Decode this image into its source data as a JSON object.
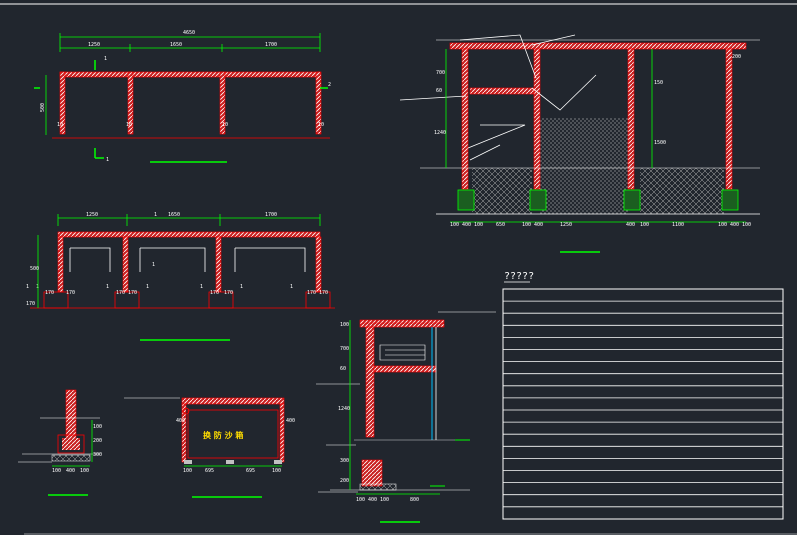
{
  "colors": {
    "background": "#21262e",
    "dimension": "#00ff00",
    "outline": "#ff0000",
    "leader": "#ffffff",
    "sign_text": "#ffdd00",
    "hatch": "#c0c0c0",
    "glass": "#00bfff"
  },
  "plan_top": {
    "overall_dim": "4650",
    "spans": [
      "1250",
      "1650",
      "1700"
    ],
    "section_marks": [
      "1",
      "2",
      "1"
    ],
    "side_dim": "500",
    "post_labels": [
      "10",
      "10",
      "10",
      "10"
    ]
  },
  "plan_mid": {
    "spans": [
      "1250",
      "1650",
      "1700"
    ],
    "mark": "1",
    "side_dims": [
      "500",
      "170"
    ],
    "base_labels": [
      "170",
      "170",
      "170",
      "170",
      "170",
      "170",
      "170",
      "170"
    ],
    "marks": [
      "1",
      "1",
      "1",
      "1",
      "1",
      "1",
      "1",
      "1"
    ]
  },
  "elevation_right": {
    "left_dims": [
      "700",
      "60",
      "1240"
    ],
    "right_dims": [
      "200",
      "150",
      "1500"
    ],
    "bottom_dims": [
      "100",
      "400",
      "100",
      "650",
      "100",
      "400",
      "1250",
      "400",
      "100",
      "1100",
      "100",
      "400",
      "100"
    ]
  },
  "section_bottom": {
    "left_dims": [
      "100",
      "700",
      "60",
      "1240",
      "300",
      "200"
    ],
    "bottom_dims": [
      "100",
      "400",
      "100",
      "800"
    ]
  },
  "small_detail": {
    "dims": [
      "100",
      "400",
      "100"
    ],
    "side_dims": [
      "100",
      "200",
      "300"
    ]
  },
  "sign": {
    "text": "换 防 沙 箱",
    "dims": [
      "100",
      "695",
      "695",
      "100"
    ],
    "side": [
      "400",
      "400"
    ]
  },
  "notes": {
    "title": "?????"
  }
}
